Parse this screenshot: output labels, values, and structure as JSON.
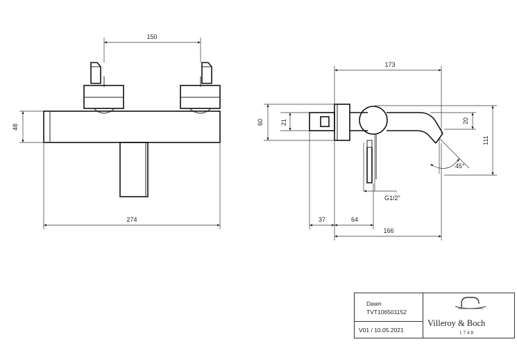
{
  "front_view": {
    "dim_handle_spacing": "150",
    "dim_body_height": "48",
    "dim_total_width": "274"
  },
  "side_view": {
    "dim_projection": "173",
    "dim_height_60": "60",
    "dim_21": "21",
    "dim_20": "20",
    "dim_111": "111",
    "dim_angle": "45°",
    "dim_thread": "G1/2\"",
    "dim_37": "37",
    "dim_64": "64",
    "dim_166": "166"
  },
  "title_block": {
    "product_name": "Dawn",
    "article_number": "TVT106501152",
    "version_date": "V01 / 10.05.2021",
    "brand_name": "Villeroy & Boch",
    "brand_year": "1748"
  }
}
